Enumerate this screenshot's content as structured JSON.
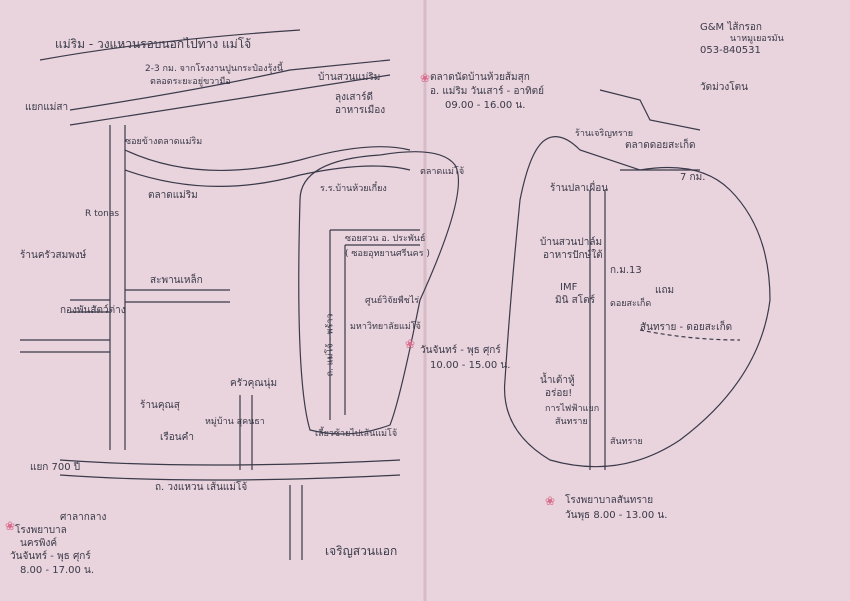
{
  "labels": {
    "road_top": "แม่ริม - วงแหวนรอบนอกไปทาง แม่โจ้",
    "km_note_1": "2-3 กม. จากโรงงานปูนกระป๋องรุ้งนี้",
    "km_note_2": "ตลอดระยะอยู่ขวามือ",
    "ban_suan": "บ้านสวนแม่ริม",
    "yaek_maesa": "แยกแม่สา",
    "soi_rim": "ซอยข้างตลาดแม่ริม",
    "talad_maerim": "ตลาดแม่ริม",
    "rtn": "R tonas",
    "restaurant_left": "ร้านครัวสมพงษ์",
    "saphan": "สะพานเหล็ก",
    "kong_phan": "กองพันสัตว์ต่าง",
    "lung_sao": "ลุงเสาร์ดี",
    "ahan_muang": "อาหารเมือง",
    "market_title": "ตลาดนัดบ้านห้วยส้มสุก",
    "market_place": "อ. แม่ริม วันเสาร์ - อาทิตย์",
    "market_time": "09.00 - 16.00 น.",
    "rr_ban": "ร.ร.บ้านห้วยเกี๋ยง",
    "talad_maejo": "ตลาดแม่โจ้",
    "soi_suan": "ซอยสวน อ. ประพันธ์",
    "soi_suan2": "( ซอยอุทยานศรีนคร )",
    "soon_wijai": "ศูนย์วิจัยพืชไร่",
    "mahawittayalai": "มหาวิทยาลัยแม่โจ้",
    "road_maejo_phrao": "ถ. แม่โจ้ - พร้าว",
    "vertical_road": "เลี้ยวซ้ายไปเส้นแม่โจ้",
    "clinic_mon": "วันจันทร์ - พุธ ศุกร์",
    "clinic_mon_time": "10.00 - 15.00 น.",
    "krua_khun": "ครัวคุณนุ่ม",
    "ran_khun": "ร้านคุณสุ",
    "ruen_kham": "เรือนคำ",
    "huan_kham": "หมู่บ้าน สุคนธา",
    "road_ring": "ถ. วงแหวน เส้นแม่โจ้",
    "yaek_700": "แยก 700 ปี",
    "sala": "ศาลากลาง",
    "hospital_nakorn_1": "โรงพยาบาล",
    "hospital_nakorn_2": "นครพิงค์",
    "hospital_nakorn_3": "วันจันทร์ - พุธ ศุกร์",
    "hospital_nakorn_time": "8.00 - 17.00 น.",
    "charoen": "เจริญสวนแอก",
    "gm_title": "G&M ไส้กรอก",
    "gm_sub": "นาหมูเยอรมัน",
    "gm_phone": "053-840531",
    "wat": "วัดม่วงโตน",
    "mae_na": "ร้านเจริญทราย",
    "talad_doisaket": "ตลาดดอยสะเก็ด",
    "km7": "7 กม.",
    "ran_plaloen": "ร้านปลาเผื่อน",
    "ban_ruen": "บ้านสวนปาล์ม",
    "ahan_pak": "อาหารปักษ์ใต้",
    "km13": "ก.ม.13",
    "imf": "IMF",
    "mini_mart": "มินิ สโตร์",
    "doisaket_road": "ดอยสะเก็ด",
    "gaem": "แถม",
    "santhrai_doisaket": "สันทราย - ดอยสะเก็ด",
    "nam_tok": "น้ำเต้าหู้",
    "aroi": "อร่อย!",
    "kan_faifa": "การไฟฟ้าแยก",
    "santhrai_2": "สันทราย",
    "santhrai_3": "สันทราย",
    "hospital_st_1": "โรงพยาบาลสันทราย",
    "hospital_st_2": "วันพุธ 8.00 - 13.00 น."
  },
  "colors": {
    "paper": "#e9d3dc",
    "ink": "#3a3a4a",
    "accent": "#d96b8c"
  }
}
